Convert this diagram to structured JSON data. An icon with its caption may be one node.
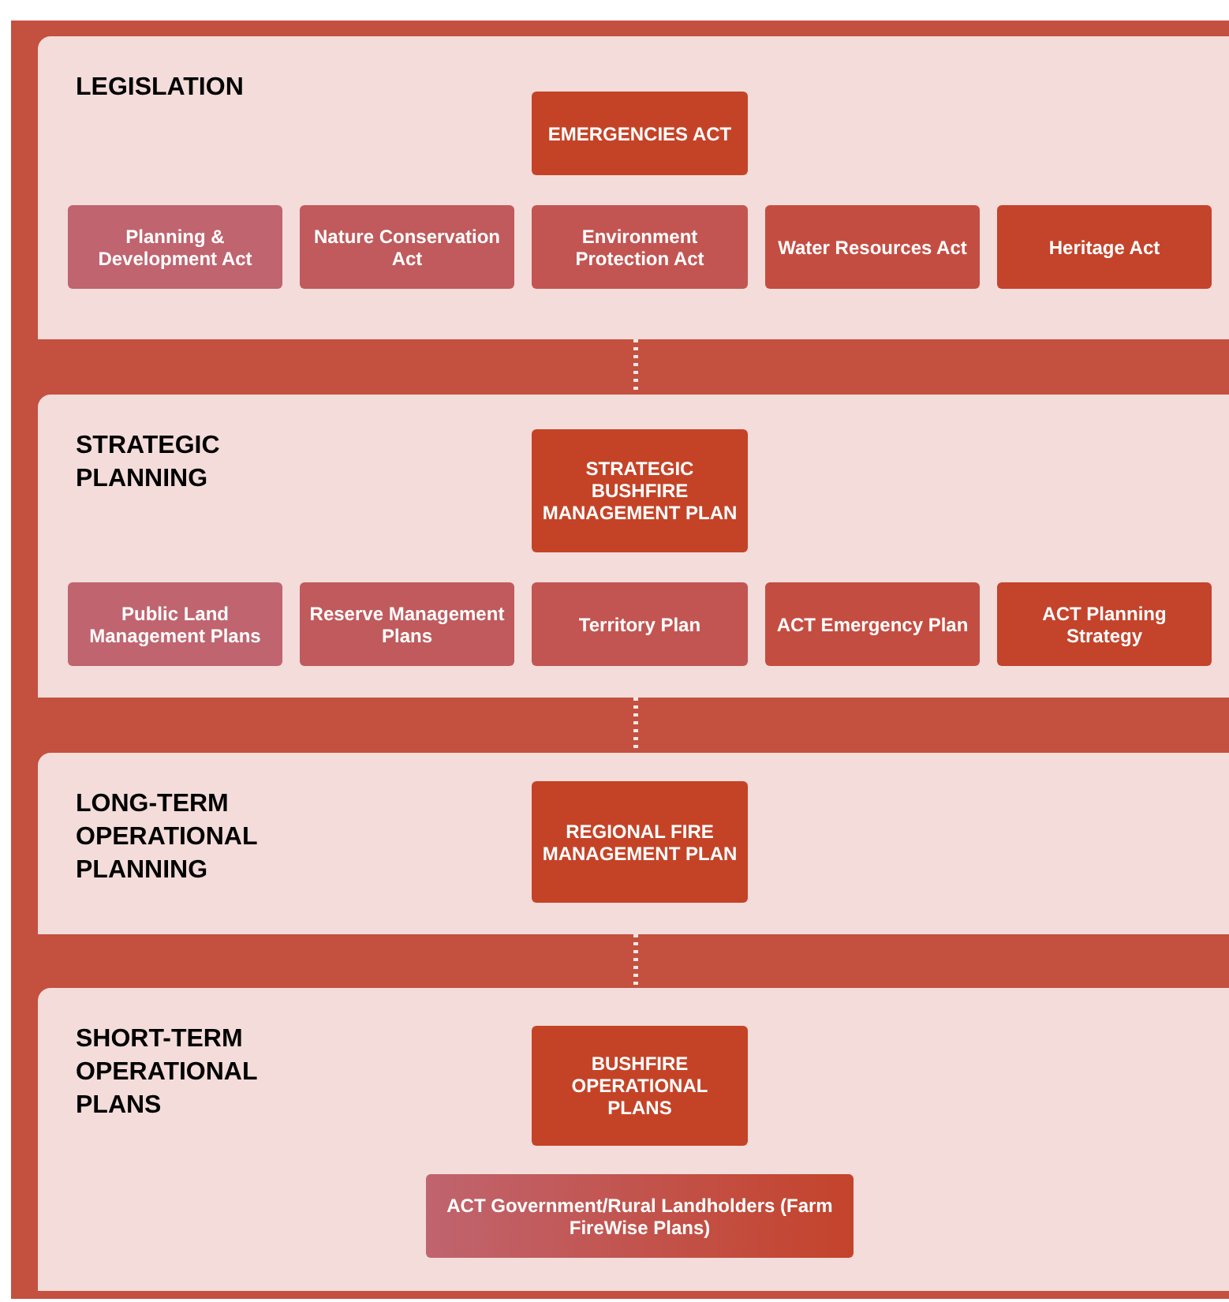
{
  "diagram": {
    "nodes": [
      {
        "text": [
          "LEGISLATION"
        ]
      },
      {
        "text": [
          "EMERGENCIES ACT"
        ],
        "in": 0
      },
      {
        "text": [
          "Planning & Development Act"
        ],
        "in": 0
      },
      {
        "text": [
          "Nature Conservation Act"
        ],
        "in": 0
      },
      {
        "text": [
          "Environment Protection Act"
        ],
        "in": 0
      },
      {
        "text": [
          "Water Resources Act"
        ],
        "in": 0
      },
      {
        "text": [
          "Heritage Act"
        ],
        "in": 0
      },
      {
        "text": [
          "STRATEGIC PLANNING"
        ]
      },
      {
        "text": [
          "STRATEGIC BUSHFIRE MANAGEMENT PLAN"
        ],
        "in": 7
      },
      {
        "text": [
          "Public Land Management Plans"
        ],
        "in": 7
      },
      {
        "text": [
          "Reserve Management Plans"
        ],
        "in": 7
      },
      {
        "text": [
          "Territory Plan"
        ],
        "in": 7
      },
      {
        "text": [
          "ACT Emergency Plan"
        ],
        "in": 7
      },
      {
        "text": [
          "ACT Planning Strategy"
        ],
        "in": 7
      },
      {
        "text": [
          "LONG-TERM OPERATIONAL PLANNING"
        ]
      },
      {
        "text": [
          "REGIONAL FIRE MANAGEMENT PLAN"
        ],
        "in": 14
      },
      {
        "text": [
          "SHORT-TERM OPERATIONAL PLANS"
        ]
      },
      {
        "text": [
          "BUSHFIRE OPERATIONAL PLANS"
        ],
        "in": 16
      },
      {
        "text": [
          "ACT Government/Rural Landholders (Farm FireWise Plans)"
        ],
        "in": 16
      }
    ],
    "edges": [
      {
        "from": 0,
        "to": 7,
        "arrow": "none",
        "style": "dashed"
      },
      {
        "from": 7,
        "to": 14,
        "arrow": "none",
        "style": "dashed"
      },
      {
        "from": 14,
        "to": 16,
        "arrow": "none",
        "style": "dashed"
      }
    ]
  }
}
